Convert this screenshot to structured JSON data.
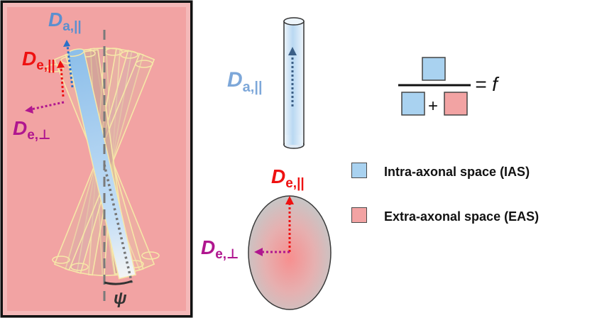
{
  "colors": {
    "eas_fill": "#f2a3a3",
    "eas_border": "#f4b4b4",
    "ias_fill": "#a9d2f0",
    "axon_edge": "#f6e7a8",
    "blue_label": "#5b8fcf",
    "light_blue_label": "#7da7d9",
    "red_label": "#ee1111",
    "magenta_label": "#b0168f",
    "dark": "#333333"
  },
  "left_panel": {
    "label_da_parallel": {
      "main": "D",
      "sub": "a,||"
    },
    "label_de_parallel": {
      "main": "D",
      "sub": "e,||"
    },
    "label_de_perp": {
      "main": "D",
      "sub": "e,⊥"
    },
    "angle_label": "ψ"
  },
  "intra_axonal": {
    "label": {
      "main": "D",
      "sub": "a,||"
    }
  },
  "extra_axonal": {
    "label_parallel": {
      "main": "D",
      "sub": "e,||"
    },
    "label_perp": {
      "main": "D",
      "sub": "e,⊥"
    }
  },
  "formula": {
    "operator": "+",
    "result": "= f"
  },
  "legend": {
    "items": [
      {
        "label": "Intra-axonal space (IAS)",
        "color": "#a9d2f0"
      },
      {
        "label": "Extra-axonal space (EAS)",
        "color": "#f2a3a3"
      }
    ]
  }
}
